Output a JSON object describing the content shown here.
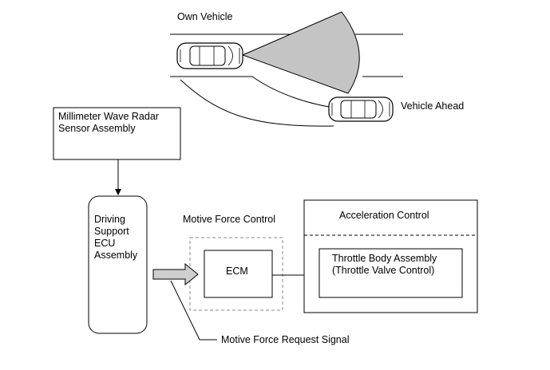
{
  "labels": {
    "own_vehicle": "Own Vehicle",
    "vehicle_ahead": "Vehicle Ahead",
    "radar_sensor_line1": "Millimeter Wave Radar",
    "radar_sensor_line2": "Sensor Assembly",
    "ecu_line1": "Driving",
    "ecu_line2": "Support",
    "ecu_line3": "ECU",
    "ecu_line4": "Assembly",
    "motive_force_control": "Motive Force Control",
    "ecm": "ECM",
    "acceleration_control": "Acceleration Control",
    "throttle_line1": "Throttle Body Assembly",
    "throttle_line2": "(Throttle Valve Control)",
    "motive_force_request_signal": "Motive Force Request Signal"
  },
  "colors": {
    "radar_beam": "#c4c4c4",
    "signal_arrow": "#cfcfcf",
    "line": "#000000",
    "dashed_box": "#888888"
  }
}
